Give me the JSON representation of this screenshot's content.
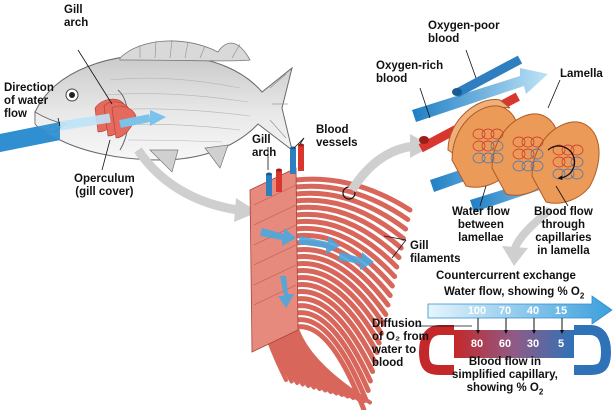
{
  "labels": {
    "gill_arch_fish": [
      "Gill",
      "arch"
    ],
    "direction_water_flow": [
      "Direction",
      "of water",
      "flow"
    ],
    "operculum": [
      "Operculum",
      "(gill cover)"
    ],
    "gill_arch_detail": [
      "Gill",
      "arch"
    ],
    "blood_vessels": [
      "Blood",
      "vessels"
    ],
    "gill_filaments": [
      "Gill",
      "filaments"
    ],
    "oxygen_poor_blood": [
      "Oxygen-poor",
      "blood"
    ],
    "oxygen_rich_blood": [
      "Oxygen-rich",
      "blood"
    ],
    "lamella": [
      "Lamella"
    ],
    "water_flow_between_lamellae": [
      "Water flow",
      "between",
      "lamellae"
    ],
    "blood_flow_capillaries": [
      "Blood flow",
      "through",
      "capillaries",
      "in lamella"
    ],
    "countercurrent_title": "Countercurrent exchange",
    "water_flow_percent_prefix": "Water flow, showing % O",
    "diffusion": [
      "Diffusion",
      "of O₂ from",
      "water to",
      "blood"
    ],
    "blood_flow_simplified_1": "Blood flow in",
    "blood_flow_simplified_2": "simplified capillary,",
    "blood_flow_simplified_3_prefix": "showing % O",
    "subscript_2": "2"
  },
  "countercurrent": {
    "water_values": [
      "100",
      "70",
      "40",
      "15"
    ],
    "blood_values": [
      "80",
      "60",
      "30",
      "5"
    ]
  },
  "colors": {
    "water_blue": "#3f9fd9",
    "water_light": "#bfe3f7",
    "blood_red": "#d8362f",
    "filament_pink": "#e8897e",
    "lamella_orange": "#eb9a57",
    "vessel_blue": "#2f7fc0"
  }
}
